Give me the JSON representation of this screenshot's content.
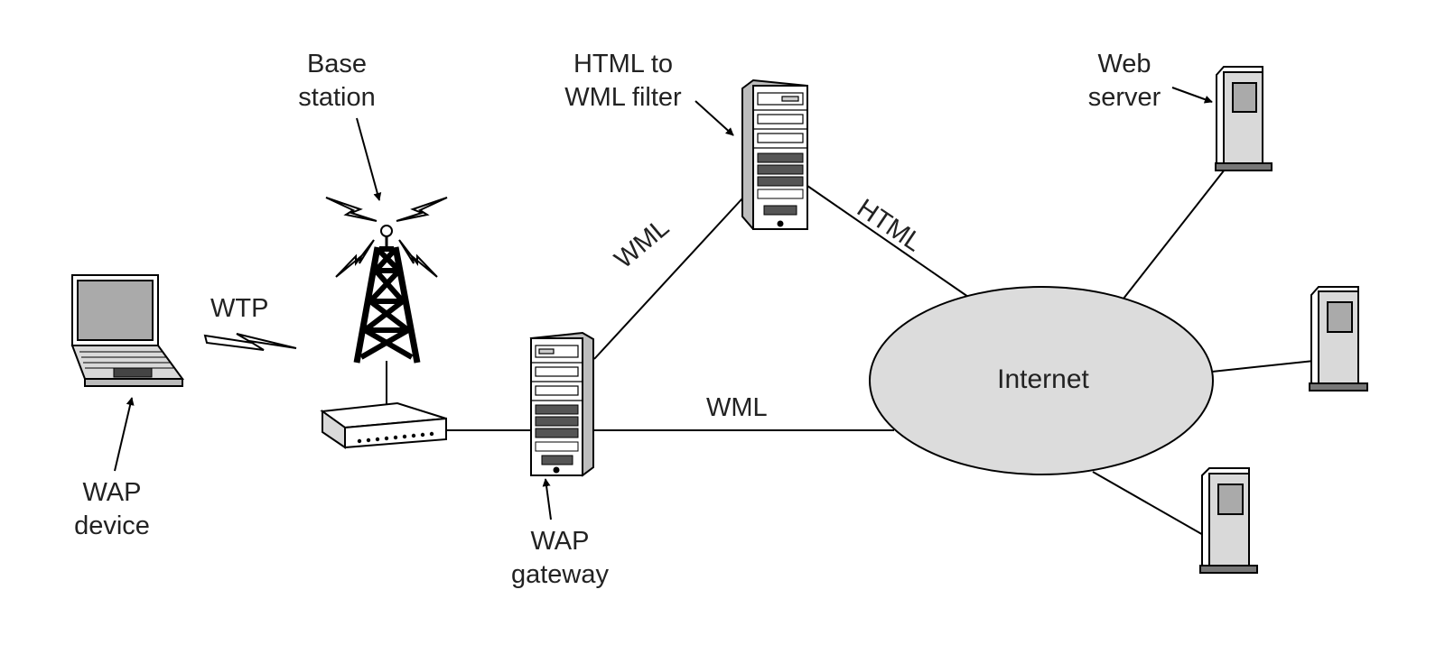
{
  "labels": {
    "base_station": [
      "Base",
      "station"
    ],
    "html_to_wml_filter": [
      "HTML to",
      "WML filter"
    ],
    "web_server": [
      "Web",
      "server"
    ],
    "wap_device": [
      "WAP",
      "device"
    ],
    "wap_gateway": [
      "WAP",
      "gateway"
    ],
    "internet": "Internet"
  },
  "links": {
    "wtp": "WTP",
    "wml_gateway_to_filter": "WML",
    "html_filter_to_internet": "HTML",
    "wml_gateway_to_internet": "WML"
  },
  "colors": {
    "stroke": "#000000",
    "internet_fill": "#dcdcdc",
    "device_fill": "#d9d9d9",
    "screen_fill": "#aaaaaa",
    "text": "#222222"
  },
  "icons": [
    "laptop-icon",
    "radio-tower-icon",
    "base-station-box-icon",
    "server-rack-icon",
    "web-server-icon",
    "lightning-icon",
    "cloud-icon"
  ]
}
